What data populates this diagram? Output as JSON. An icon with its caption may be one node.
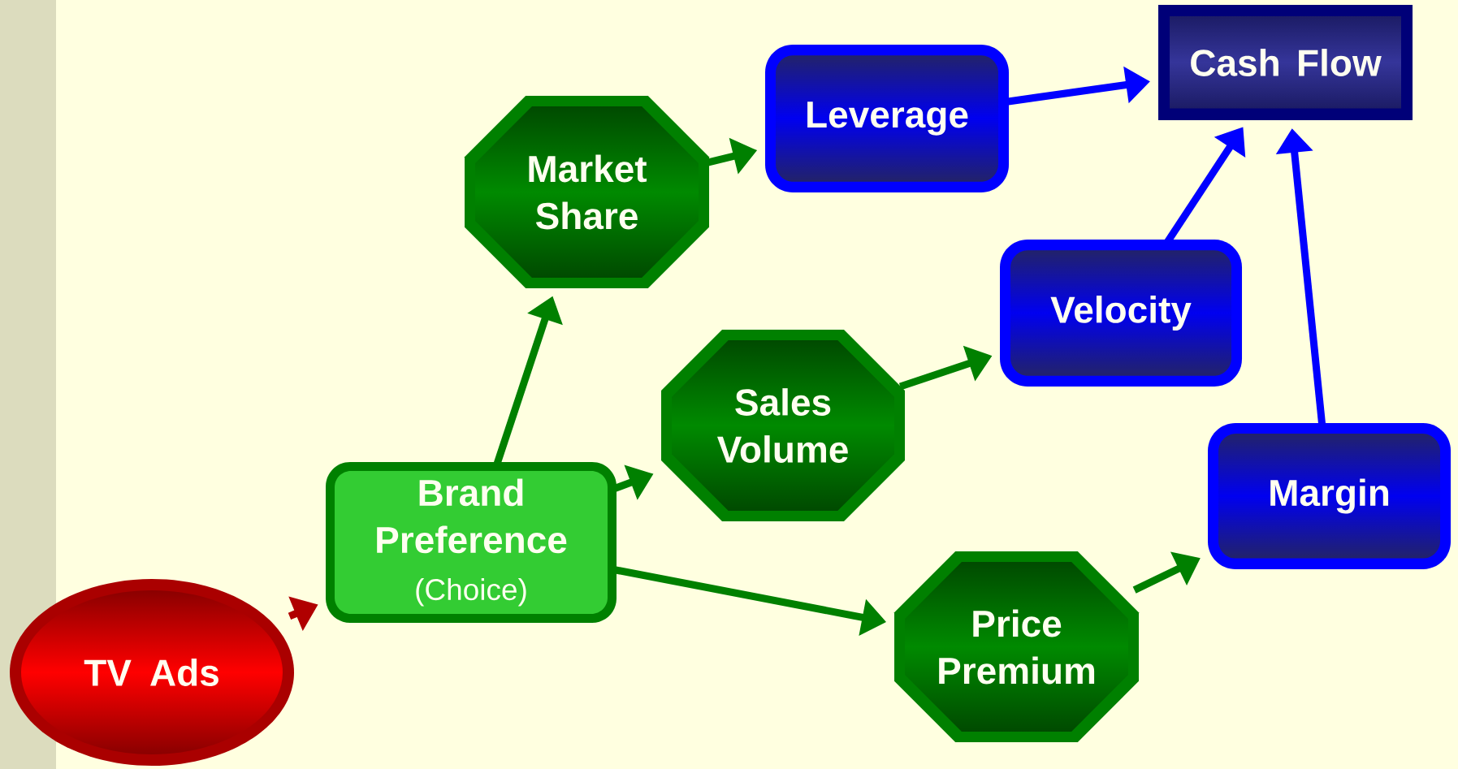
{
  "diagram": {
    "nodes": [
      {
        "text": [
          "TV Ads"
        ]
      },
      {
        "text": [
          "Brand Preference",
          "(Choice)"
        ]
      },
      {
        "text": [
          "Market Share"
        ]
      },
      {
        "text": [
          "Sales Volume"
        ]
      },
      {
        "text": [
          "Price Premium"
        ]
      },
      {
        "text": [
          "Leverage"
        ]
      },
      {
        "text": [
          "Velocity"
        ]
      },
      {
        "text": [
          "Margin"
        ]
      },
      {
        "text": [
          "Cash Flow"
        ]
      }
    ],
    "edges": [
      {
        "from": 0,
        "to": 1,
        "arrow": "to",
        "color": "#b00000"
      },
      {
        "from": 1,
        "to": 2,
        "arrow": "to"
      },
      {
        "from": 1,
        "to": 3,
        "arrow": "to"
      },
      {
        "from": 1,
        "to": 4,
        "arrow": "to"
      },
      {
        "from": 2,
        "to": 5,
        "arrow": "to"
      },
      {
        "from": 3,
        "to": 6,
        "arrow": "to"
      },
      {
        "from": 4,
        "to": 7,
        "arrow": "to"
      },
      {
        "from": 5,
        "to": 8,
        "arrow": "to",
        "color": "#0000ff"
      },
      {
        "from": 6,
        "to": 8,
        "arrow": "to",
        "color": "#0000ff"
      },
      {
        "from": 7,
        "to": 8,
        "arrow": "to",
        "color": "#0000ff"
      }
    ]
  }
}
